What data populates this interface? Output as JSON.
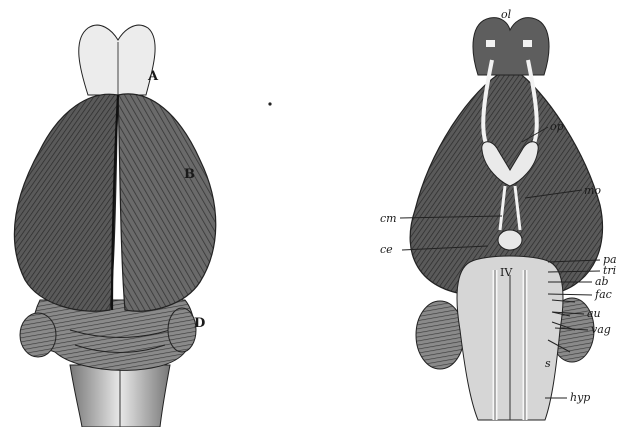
{
  "labels": {
    "A": "A",
    "B": "B",
    "D": "D",
    "ol": "ol",
    "op": "op",
    "mo": "mo",
    "cm": "cm",
    "ce": "ce",
    "fourthV": "IV",
    "pa": "pa",
    "tri": "tri",
    "ab": "ab",
    "fac": "fac",
    "au": "au",
    "vag": "vag",
    "s": "s",
    "hyp": "hyp"
  },
  "colors": {
    "ink": "#1a1a1a",
    "shade_dark": "#4a4a4a",
    "shade_mid": "#7a7a7a",
    "shade_light": "#bdbdbd",
    "paper": "#ffffff"
  }
}
